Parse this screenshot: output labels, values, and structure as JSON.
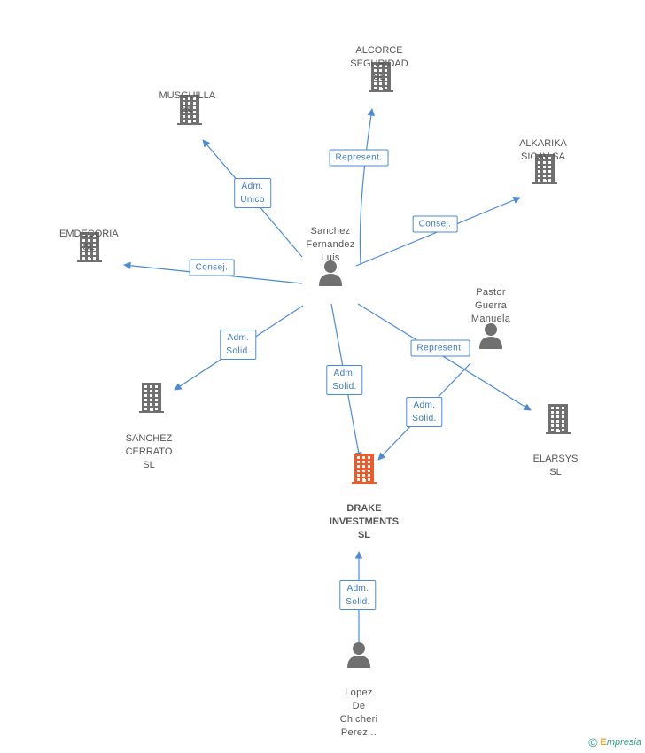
{
  "nodes": [
    {
      "id": "drake",
      "label": "DRAKE\nINVESTMENTS\nSL",
      "kind": "company",
      "main": true
    },
    {
      "id": "sanchez_fernandez",
      "label": "Sanchez\nFernandez\nLuis",
      "kind": "person"
    },
    {
      "id": "pastor",
      "label": "Pastor\nGuerra\nManuela",
      "kind": "person"
    },
    {
      "id": "lopez",
      "label": "Lopez De\nChicheri\nPerez...",
      "kind": "person"
    },
    {
      "id": "alcorce",
      "label": "ALCORCE\nSEGURIDAD SL",
      "kind": "company"
    },
    {
      "id": "musguilla",
      "label": "MUSGUILLA SL",
      "kind": "company"
    },
    {
      "id": "alkarika",
      "label": "ALKARIKA\nSICAV SA",
      "kind": "company"
    },
    {
      "id": "emdecoria",
      "label": "EMDECORIA SL",
      "kind": "company"
    },
    {
      "id": "sanchez_cerrato",
      "label": "SANCHEZ\nCERRATO SL",
      "kind": "company"
    },
    {
      "id": "elarsys",
      "label": "ELARSYS SL",
      "kind": "company"
    }
  ],
  "edges": [
    {
      "from": "sanchez_fernandez",
      "to": "alcorce",
      "label": "Represent."
    },
    {
      "from": "sanchez_fernandez",
      "to": "musguilla",
      "label": "Adm.\nUnico"
    },
    {
      "from": "sanchez_fernandez",
      "to": "alkarika",
      "label": "Consej."
    },
    {
      "from": "sanchez_fernandez",
      "to": "emdecoria",
      "label": "Consej."
    },
    {
      "from": "sanchez_fernandez",
      "to": "sanchez_cerrato",
      "label": "Adm.\nSolid."
    },
    {
      "from": "sanchez_fernandez",
      "to": "drake",
      "label": "Adm.\nSolid."
    },
    {
      "from": "sanchez_fernandez",
      "to": "elarsys",
      "label": "Represent."
    },
    {
      "from": "pastor",
      "to": "drake",
      "label": "Adm.\nSolid."
    },
    {
      "from": "lopez",
      "to": "drake",
      "label": "Adm.\nSolid."
    }
  ],
  "colors": {
    "company_icon": "#707070",
    "main_icon": "#f05a28",
    "person_icon": "#707070",
    "edge": "#4a8ad8",
    "label_border": "#4a8ad8",
    "label_text": "#3a78c8"
  },
  "brand": {
    "copyright": "©",
    "name_first": "E",
    "name_rest": "mpresia"
  }
}
